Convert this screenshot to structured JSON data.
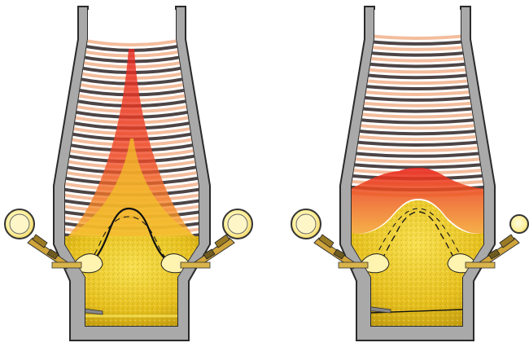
{
  "figure": {
    "panels": [
      {
        "id": "left",
        "flow": "central",
        "tuyeres": 2
      },
      {
        "id": "right",
        "flow": "peripheral",
        "tuyeres": 2
      }
    ],
    "colors": {
      "wall": "#a9a9a9",
      "wall_outline": "#2a2a2a",
      "burden_light": "#f2b998",
      "burden_dark": "#2e2324",
      "gas": "#e8221c",
      "melt": "#e8c21a",
      "melt_dark": "#b8930a",
      "tuyere": "#ffefa0"
    }
  }
}
